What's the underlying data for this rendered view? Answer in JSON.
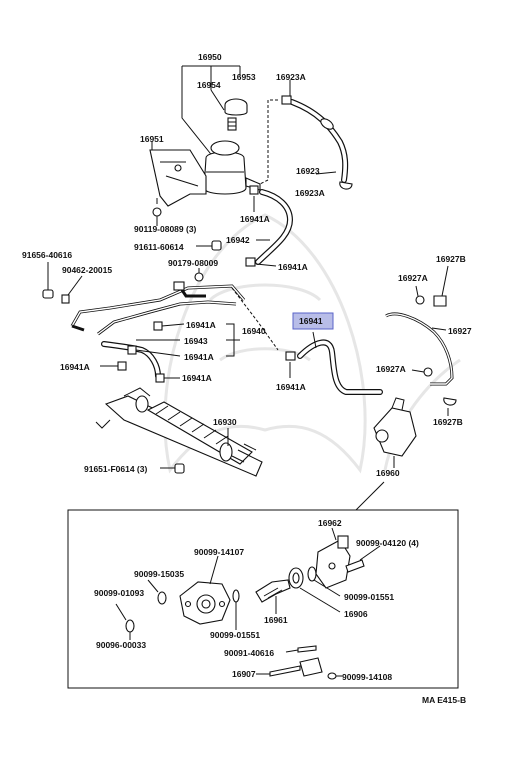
{
  "diagram": {
    "code": "MA E415-B",
    "highlighted_part": "16941",
    "labels": {
      "p16950": "16950",
      "p16954": "16954",
      "p16953": "16953",
      "p16923A_top": "16923A",
      "p16951": "16951",
      "p16923": "16923",
      "p16923A_bottom": "16923A",
      "p16941A_upper": "16941A",
      "p90119": "90119-08089 (3)",
      "p16942": "16942",
      "p91611": "91611-60614",
      "p91656": "91656-40616",
      "p90179": "90179-08009",
      "p16941A_right": "16941A",
      "p90462": "90462-20015",
      "p16927B_top": "16927B",
      "p16927A_top": "16927A",
      "p16941_hl": "16941",
      "p16941A_mid1": "16941A",
      "p16940": "16940",
      "p16927": "16927",
      "p16943": "16943",
      "p16941A_mid2": "16941A",
      "p16941A_left": "16941A",
      "p16941A_low": "16941A",
      "p16927A_low": "16927A",
      "p16941A_hose": "16941A",
      "p16927B_low": "16927B",
      "p16930": "16930",
      "p91651": "91651-F0614 (3)",
      "p16960": "16960",
      "p16962": "16962",
      "p90099_14107": "90099-14107",
      "p90099_04120": "90099-04120 (4)",
      "p90099_15035": "90099-15035",
      "p90099_01093": "90099-01093",
      "p90099_01551_r": "90099-01551",
      "p16961": "16961",
      "p16906": "16906",
      "p90099_01551_l": "90099-01551",
      "p90096": "90096-00033",
      "p90091": "90091-40616",
      "p16907": "16907",
      "p90099_14108": "90099-14108"
    }
  }
}
